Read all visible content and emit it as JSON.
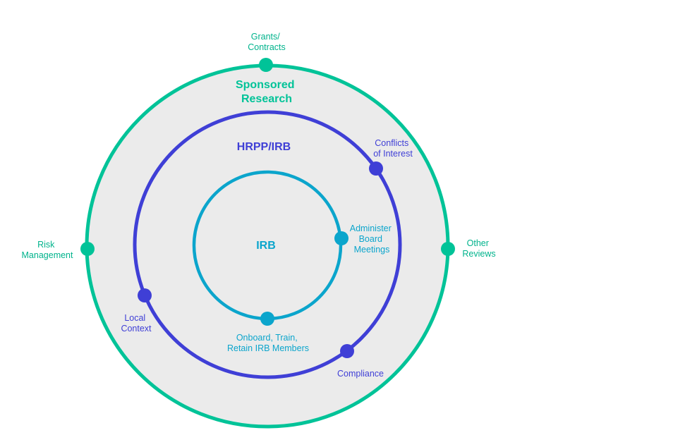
{
  "colors": {
    "outer": "#00c398",
    "middle": "#3f3fd6",
    "inner": "#0ba5cc",
    "fill": "#ebebeb"
  },
  "rings": {
    "outer": {
      "title": [
        "Sponsored",
        "Research"
      ]
    },
    "middle": {
      "title": "HRPP/IRB"
    },
    "inner": {
      "title": "IRB"
    }
  },
  "nodes": {
    "grants_contracts": [
      "Grants/",
      "Contracts"
    ],
    "risk_management": [
      "Risk",
      "Management"
    ],
    "other_reviews": [
      "Other",
      "Reviews"
    ],
    "conflicts_of_interest": [
      "Conflicts",
      "of Interest"
    ],
    "local_context": [
      "Local",
      "Context"
    ],
    "compliance": [
      "Compliance"
    ],
    "administer_board_meetings": [
      "Administer",
      "Board",
      "Meetings"
    ],
    "onboard_train_retain": [
      "Onboard, Train,",
      "Retain IRB Members"
    ]
  }
}
